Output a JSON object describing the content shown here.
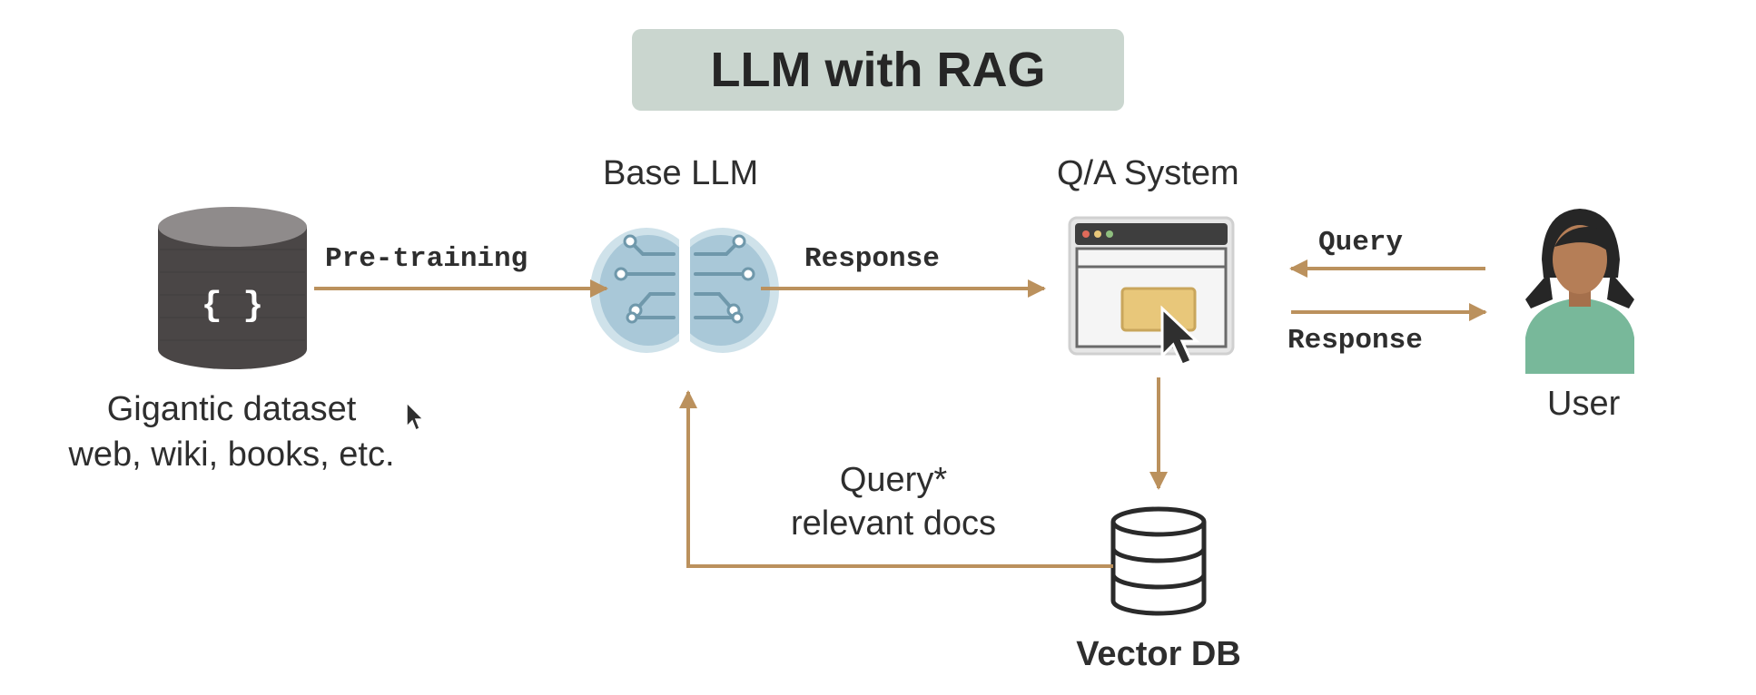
{
  "title": "LLM with RAG",
  "nodes": {
    "dataset": {
      "line1": "Gigantic dataset",
      "line2": "web, wiki, books, etc.",
      "glyph": "{ }",
      "icon": "database-cylinder-icon"
    },
    "base_llm": {
      "label": "Base LLM",
      "icon": "brain-icon"
    },
    "qa_system": {
      "label": "Q/A System",
      "icon": "browser-window-icon"
    },
    "user": {
      "label": "User",
      "icon": "person-avatar-icon"
    },
    "vector_db": {
      "label": "Vector DB",
      "icon": "database-stack-icon"
    }
  },
  "edges": {
    "pretraining": "Pre-training",
    "response_llm": "Response",
    "query_user": "Query",
    "response_user": "Response",
    "rag_line1": "Query*",
    "rag_line2": "relevant docs"
  },
  "colors": {
    "arrow": "#bb915d",
    "title_bg": "#cad6cf",
    "dataset_body": "#4a4646",
    "brain": "#a9c8d8",
    "window_accent": "#e8c77a",
    "user_shirt": "#78b89a"
  }
}
